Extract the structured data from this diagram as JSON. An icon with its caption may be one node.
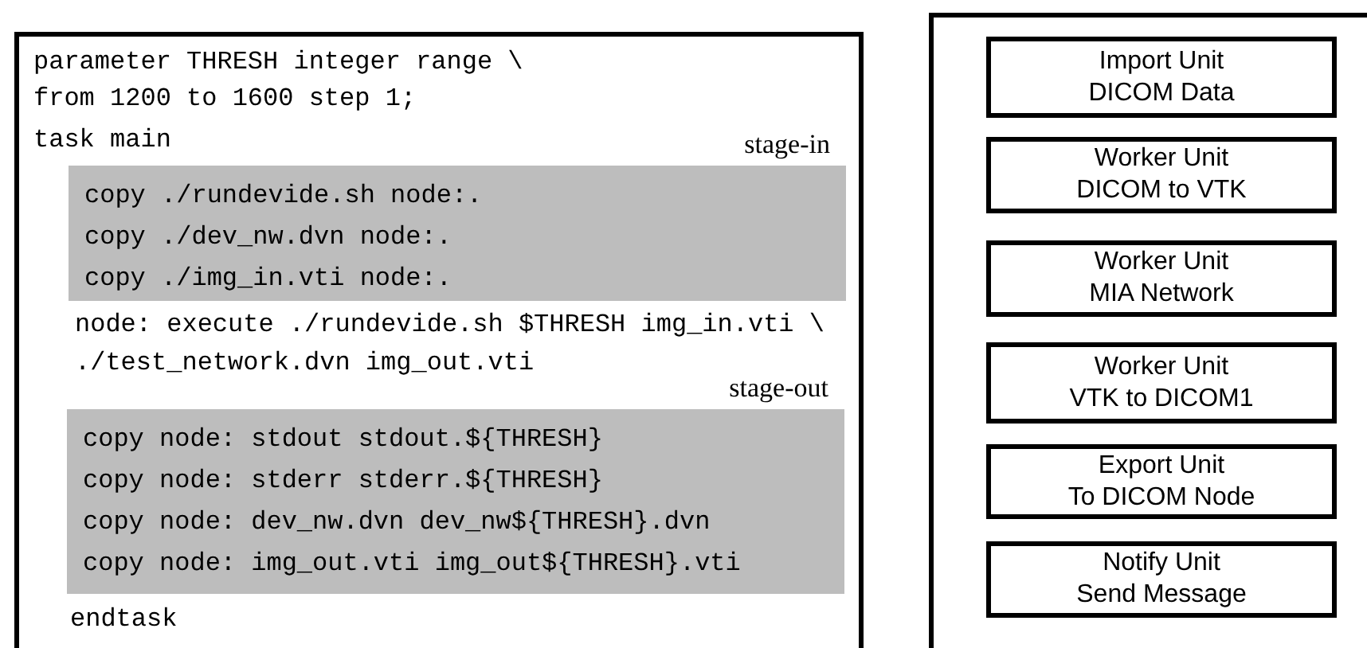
{
  "diagram": {
    "nodes": [
      {
        "text": [
          "parameter THRESH integer range \\",
          "from 1200 to 1600 step 1;",
          "task main",
          "node: execute ./rundevide.sh $THRESH img_in.vti \\",
          "./test_network.dvn img_out.vti",
          "endtask"
        ]
      },
      {
        "text": [
          "stage-in",
          "copy ./rundevide.sh node:.",
          "copy ./dev_nw.dvn node:.",
          "copy ./img_in.vti node:."
        ],
        "in": 0
      },
      {
        "text": [
          "stage-out",
          "copy node: stdout stdout.${THRESH}",
          "copy node: stderr stderr.${THRESH}",
          "copy node: dev_nw.dvn dev_nw${THRESH}.dvn",
          "copy node: img_out.vti img_out${THRESH}.vti"
        ],
        "in": 0
      },
      {
        "text": [],
        "shape": "box"
      },
      {
        "text": [
          "Import Unit",
          "DICOM Data"
        ],
        "in": 3
      },
      {
        "text": [
          "Worker Unit",
          "DICOM to VTK"
        ],
        "in": 3
      },
      {
        "text": [
          "Worker Unit",
          "MIA Network"
        ],
        "in": 3
      },
      {
        "text": [
          "Worker Unit",
          "VTK to DICOM1"
        ],
        "in": 3
      },
      {
        "text": [
          "Export Unit",
          "To DICOM Node"
        ],
        "in": 3
      },
      {
        "text": [
          "Notify Unit",
          "Send Message"
        ],
        "in": 3
      }
    ]
  }
}
